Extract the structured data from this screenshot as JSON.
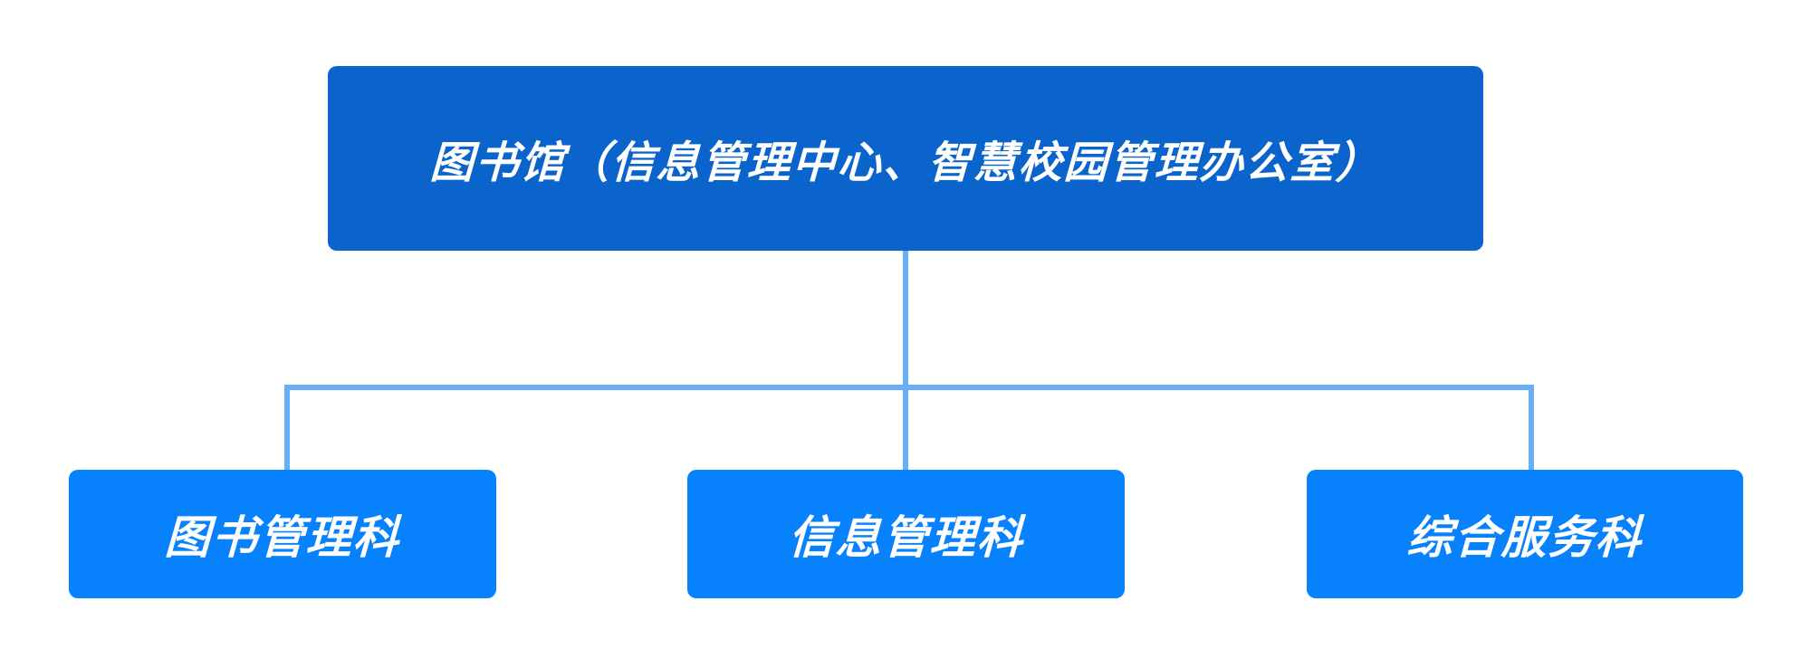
{
  "diagram": {
    "type": "org-chart",
    "title": "图书馆（信息管理中心、智慧校园管理办公室）",
    "root": {
      "label": "图书馆（信息管理中心、智慧校园管理办公室）"
    },
    "children": [
      {
        "label": "图书管理科"
      },
      {
        "label": "信息管理科"
      },
      {
        "label": "综合服务科"
      }
    ],
    "colors": {
      "background": "#ffffff",
      "root_fill": "#0a64cb",
      "child_fill": "#0881fc",
      "connector": "#69aef8",
      "text": "#ffffff"
    }
  }
}
